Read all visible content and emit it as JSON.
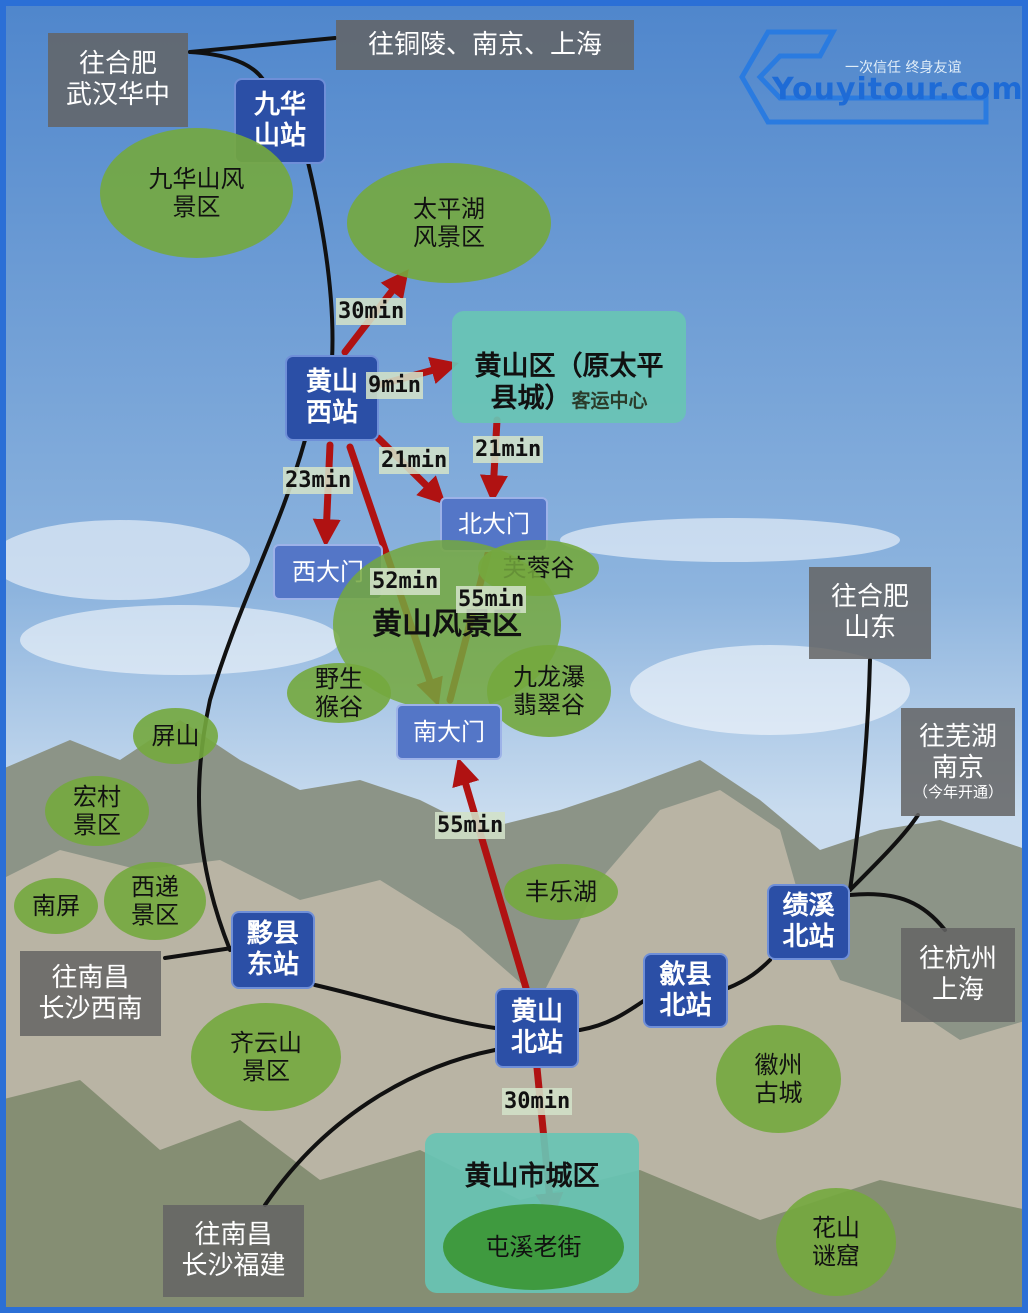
{
  "brand": {
    "logo_text": "Youyitour.com",
    "slogan": "一次信任 终身友谊"
  },
  "colors": {
    "rail": "#111111",
    "route": "#b01212",
    "border": "#2b6fd6"
  },
  "labels": [
    {
      "id": "to-hefei-wuhan",
      "cls": "gray",
      "text": "往合肥\n武汉华中"
    },
    {
      "id": "to-tongling",
      "cls": "gray",
      "text": "往铜陵、南京、上海"
    },
    {
      "id": "jiuhuashan-station",
      "cls": "blue",
      "text": "九华\n山站"
    },
    {
      "id": "jiuhuashan-scenic",
      "cls": "green",
      "text": "九华山风\n景区"
    },
    {
      "id": "taiping-lake",
      "cls": "green",
      "text": "太平湖\n风景区"
    },
    {
      "id": "huangshan-west",
      "cls": "blue",
      "text": "黄山\n西站"
    },
    {
      "id": "north-gate",
      "cls": "lblue",
      "text": "北大门"
    },
    {
      "id": "west-gate",
      "cls": "lblue",
      "text": "西大门"
    },
    {
      "id": "furong-valley",
      "cls": "green",
      "text": "芙蓉谷"
    },
    {
      "id": "huangshan-scenic",
      "cls": "green big",
      "text": "黄山风景区"
    },
    {
      "id": "monkey-valley",
      "cls": "green",
      "text": "野生\n猴谷"
    },
    {
      "id": "jiulong-falls",
      "cls": "green",
      "text": "九龙瀑\n翡翠谷"
    },
    {
      "id": "south-gate",
      "cls": "lblue",
      "text": "南大门"
    },
    {
      "id": "pingshan",
      "cls": "green",
      "text": "屏山"
    },
    {
      "id": "hongcun",
      "cls": "green",
      "text": "宏村\n景区"
    },
    {
      "id": "nanping",
      "cls": "green",
      "text": "南屏"
    },
    {
      "id": "xidi",
      "cls": "green",
      "text": "西递\n景区"
    },
    {
      "id": "yixian-east",
      "cls": "blue",
      "text": "黟县\n东站"
    },
    {
      "id": "to-nanchang-changsha-xinan",
      "cls": "gray",
      "text": "往南昌\n长沙西南"
    },
    {
      "id": "qiyunshan",
      "cls": "green",
      "text": "齐云山\n景区"
    },
    {
      "id": "fengle-lake",
      "cls": "green",
      "text": "丰乐湖"
    },
    {
      "id": "huangshan-north",
      "cls": "blue",
      "text": "黄山\n北站"
    },
    {
      "id": "shexian-north",
      "cls": "blue",
      "text": "歙县\n北站"
    },
    {
      "id": "jixi-north",
      "cls": "blue",
      "text": "绩溪\n北站"
    },
    {
      "id": "to-hefei-shandong",
      "cls": "gray",
      "text": "往合肥\n山东"
    },
    {
      "id": "to-hangzhou-shanghai",
      "cls": "gray",
      "text": "往杭州\n上海"
    },
    {
      "id": "huizhou-old-town",
      "cls": "green",
      "text": "徽州\n古城"
    },
    {
      "id": "to-nanchang-changsha-fujian",
      "cls": "gray",
      "text": "往南昌\n长沙福建"
    },
    {
      "id": "huashan-grottoes",
      "cls": "green",
      "text": "花山\n谜窟"
    },
    {
      "id": "tunxi-old-street",
      "cls": "green dark",
      "text": "屯溪老街"
    }
  ],
  "wuhu": {
    "text": "往芜湖\n南京",
    "note": "（今年开通）"
  },
  "huangshan_district": {
    "title": "黄山区（原太平\n县城）",
    "sub": "客运中心"
  },
  "huangshan_city": {
    "title": "黄山市城区"
  },
  "times": [
    {
      "id": "t-west-taiping",
      "text": "30min"
    },
    {
      "id": "t-west-district",
      "text": "9min"
    },
    {
      "id": "t-west-north-gate",
      "text": "21min"
    },
    {
      "id": "t-district-north-gate",
      "text": "21min"
    },
    {
      "id": "t-west-west-gate",
      "text": "23min"
    },
    {
      "id": "t-west-south-gate",
      "text": "52min"
    },
    {
      "id": "t-south-north-gate",
      "text": "55min"
    },
    {
      "id": "t-north-south-gate",
      "text": "55min"
    },
    {
      "id": "t-north-city",
      "text": "30min"
    }
  ]
}
